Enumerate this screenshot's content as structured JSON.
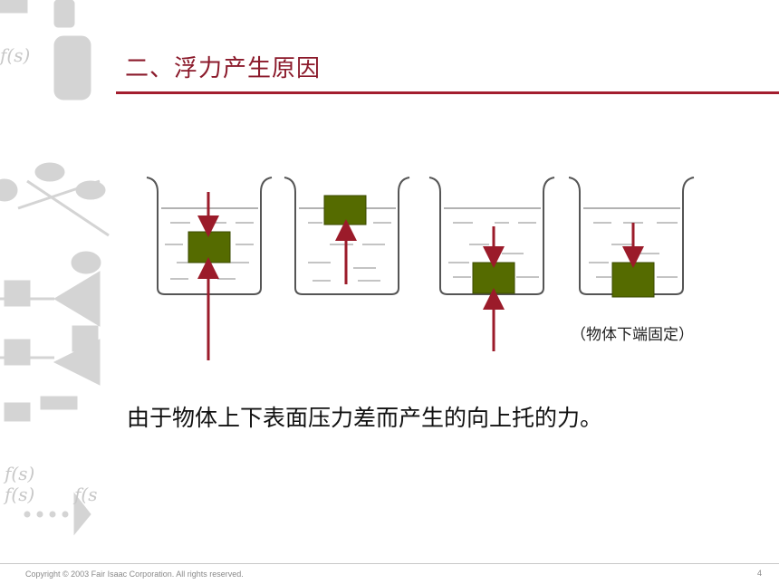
{
  "slide": {
    "title": "二、浮力产生原因",
    "caption": "（物体下端固定）",
    "statement": "由于物体上下表面压力差而产生的向上托的力。",
    "footer": {
      "copyright": "Copyright © 2003 Fair Isaac Corporation. All rights reserved.",
      "page_number": "4"
    }
  },
  "colors": {
    "accent": "#a31d2e",
    "block": "#556b00",
    "arrow": "#9b1b2a",
    "beaker": "#555555"
  },
  "icons": [
    "beaker-icon",
    "block-icon",
    "arrow-icon"
  ]
}
